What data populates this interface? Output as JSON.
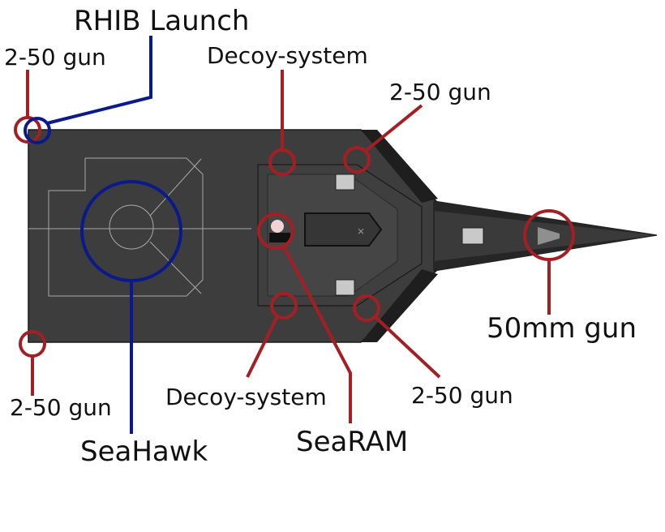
{
  "labels": {
    "rhib_launch": "RHIB Launch",
    "gun_top_left": "2-50 gun",
    "decoy_top": "Decoy-system",
    "gun_top_right": "2-50 gun",
    "gun_50mm": "50mm gun",
    "gun_bottom_right": "2-50 gun",
    "searam": "SeaRAM",
    "decoy_bottom": "Decoy-system",
    "gun_bottom_left": "2-50 gun",
    "seahawk": "SeaHawk"
  },
  "colors": {
    "background": "#ffffff",
    "hull": "#3b3b3b",
    "hull_dark": "#1f1f1f",
    "hull_mid": "#4a4a4a",
    "deck_lines": "#a8a8a8",
    "turret_box": "#c9c9c9",
    "marker_red": "#a31f24",
    "marker_blue": "#0a1a8c",
    "label_text": "#111111"
  }
}
